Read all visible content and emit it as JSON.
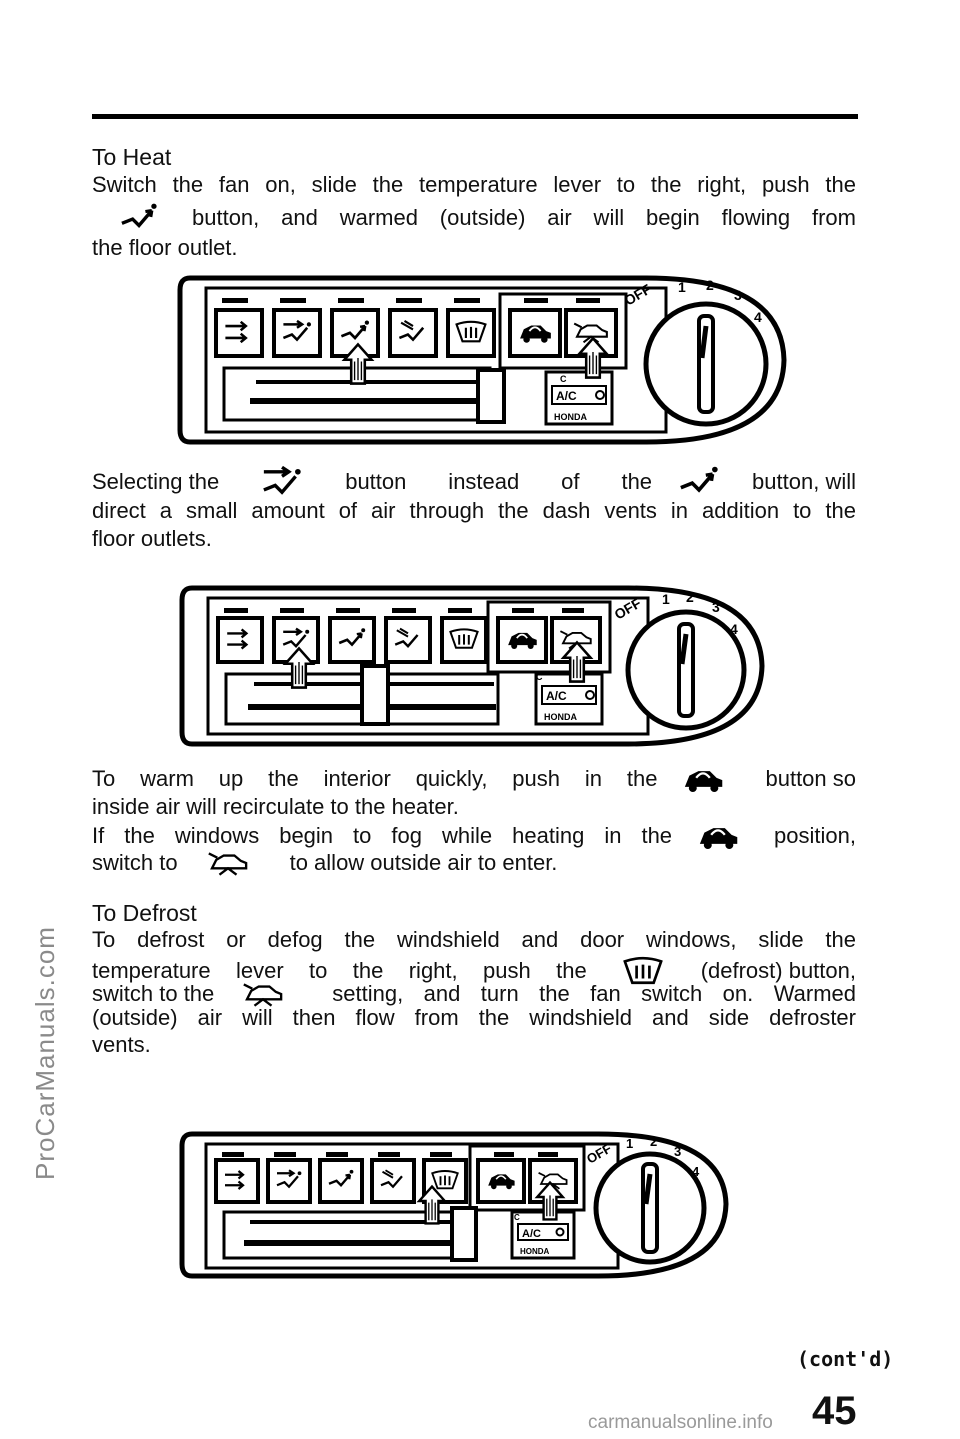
{
  "heading_heat": "To Heat",
  "heat_text": {
    "a": "Switch the fan on, slide the temperature lever to the right, push the",
    "b": "button, and warmed (outside) air will begin flowing from",
    "c": "the floor outlet."
  },
  "select_text": {
    "a": "Selecting the",
    "b": "button instead of the",
    "c": "button, will",
    "d": "direct a small amount of air through the dash vents in addition to the",
    "e": "floor outlets."
  },
  "warm_text": {
    "a": "To warm up the interior quickly, push in the",
    "b": "button so",
    "c": "inside air will recirculate to the heater.",
    "d": "If the windows begin to fog while heating in the",
    "e": "position,",
    "f": "switch to",
    "g": "to allow outside air to enter."
  },
  "heading_defrost": "To Defrost",
  "defrost_text": {
    "a": "To defrost or defog the windshield and door windows, slide the",
    "b": "temperature lever to the right, push the",
    "c": "(defrost) button,",
    "d": "switch to the",
    "e": "setting, and turn the fan switch on. Warmed",
    "f": "(outside) air will then flow from the windshield and side defroster",
    "g": "vents."
  },
  "panel": {
    "ac_label": "A/C",
    "brand": "HONDA",
    "fan_off": "OFF",
    "fan_1": "1",
    "fan_2": "2",
    "fan_3": "3",
    "fan_4": "4",
    "c_mark": "C"
  },
  "side_text": "ProCarManuals.com",
  "contd": "(cont'd)",
  "page_number": "45",
  "watermark": "carmanualsonline.info"
}
